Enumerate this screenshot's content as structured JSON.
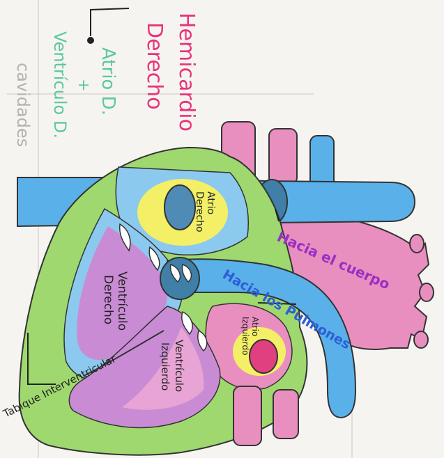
{
  "title": {
    "line1": "Hemicardio",
    "line2": "Derecho"
  },
  "notes": {
    "atrio": "Atrio D.",
    "ventriculo": "Ventrículo D.",
    "cavidades": "cavidades",
    "plus_symbol": "+"
  },
  "labels": {
    "atrio_derecho_1": "Atrio",
    "atrio_derecho_2": "Derecho",
    "ventriculo_derecho_1": "Ventrículo",
    "ventriculo_derecho_2": "Derecho",
    "ventriculo_izquierdo_1": "Ventrículo",
    "ventriculo_izquierdo_2": "Izquierdo",
    "atrio_izquierdo_1": "Atrio",
    "atrio_izquierdo_2": "Izquierdo",
    "hacia_el_cuerpo": "Hacia el cuerpo",
    "hacia_los_pulmones": "Hacia los Pulmones",
    "tabique": "Tabique Interventricular"
  },
  "colors": {
    "title": "#e6357a",
    "notes": "#5cc7a0",
    "cavidades": "#b5b0ad",
    "vessel_blue": "#5ab0e8",
    "vessel_pink": "#e98fc0",
    "outline_green": "#9ed86e",
    "chamber_purple": "#c98cd4",
    "atrium_yellow": "#f3ef66",
    "label_purple": "#9a2fc4",
    "label_blue": "#2b5fd6"
  }
}
